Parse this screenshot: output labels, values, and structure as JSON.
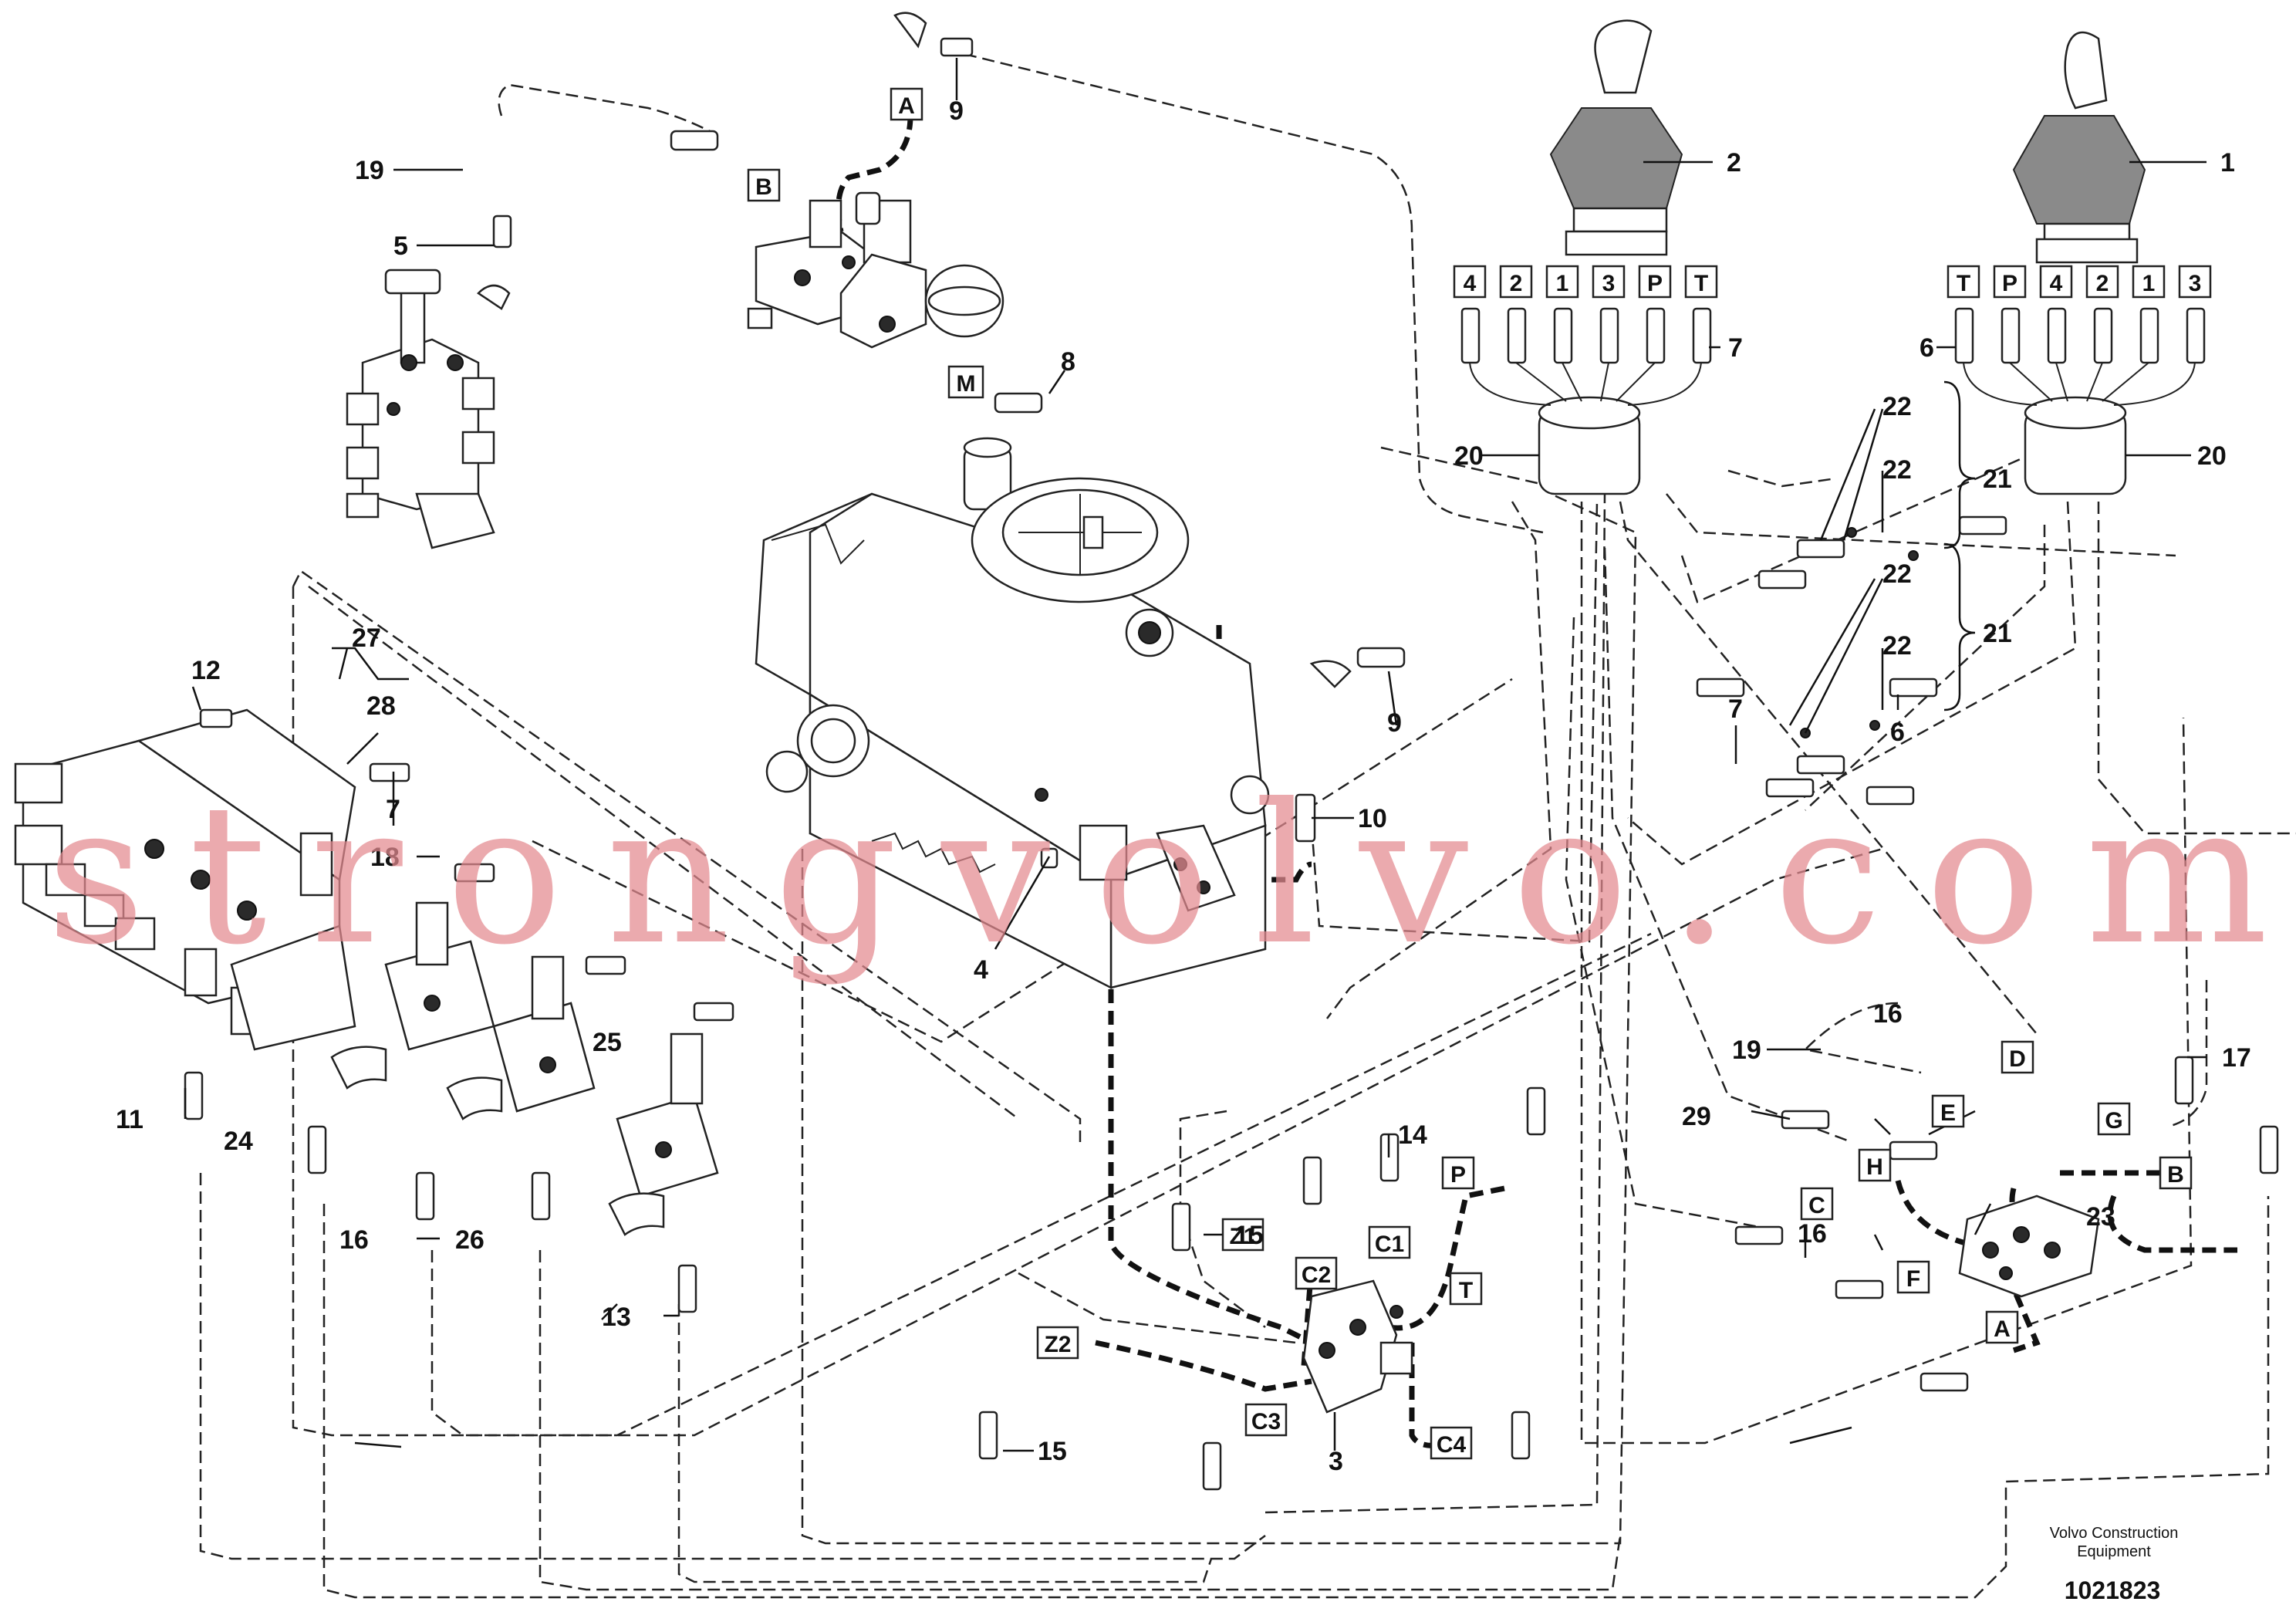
{
  "diagram": {
    "brand_line1": "Volvo Construction",
    "brand_line2": "Equipment",
    "drawing_number": "1021823",
    "watermark": "strongvolvo.com"
  },
  "joystick_left": {
    "callout": "2",
    "ports": [
      "4",
      "2",
      "1",
      "3",
      "P",
      "T"
    ]
  },
  "joystick_right": {
    "callout": "1",
    "ports": [
      "T",
      "P",
      "4",
      "2",
      "1",
      "3"
    ]
  },
  "box_labels": {
    "A_top": "A",
    "B_top": "B",
    "M": "M",
    "P": "P",
    "T": "T",
    "C1": "C1",
    "C2": "C2",
    "C3": "C3",
    "C4": "C4",
    "Z1": "Z1",
    "Z2": "Z2",
    "D": "D",
    "E": "E",
    "G": "G",
    "H": "H",
    "C_right": "C",
    "F": "F",
    "B_right": "B",
    "A_right": "A"
  },
  "callouts": {
    "n1": "1",
    "n2": "2",
    "n3": "3",
    "n4": "4",
    "n5": "5",
    "n6a": "6",
    "n6b": "6",
    "n7a": "7",
    "n7b": "7",
    "n7c": "7",
    "n8": "8",
    "n9a": "9",
    "n9b": "9",
    "n10": "10",
    "n11": "11",
    "n12": "12",
    "n13": "13",
    "n14": "14",
    "n15a": "15",
    "n15b": "15",
    "n16a": "16",
    "n16b": "16",
    "n16c": "16",
    "n17": "17",
    "n18": "18",
    "n19a": "19",
    "n19b": "19",
    "n20a": "20",
    "n20b": "20",
    "n21a": "21",
    "n21b": "21",
    "n22a": "22",
    "n22b": "22",
    "n22c": "22",
    "n22d": "22",
    "n23": "23",
    "n24": "24",
    "n25": "25",
    "n26": "26",
    "n27": "27",
    "n28": "28",
    "n29": "29"
  }
}
